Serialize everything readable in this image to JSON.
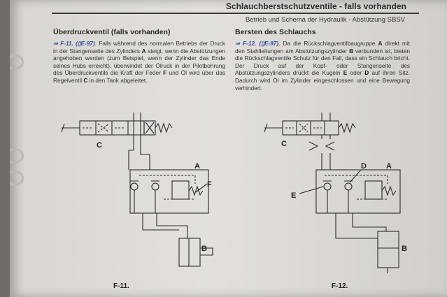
{
  "header": {
    "title": "Schlauchberstschutzventile - falls vorhanden",
    "subtitle": "Betrieb und Schema der Hydraulik - Abstützung SBSV"
  },
  "left_section": {
    "title": "Überdruckventil (falls vorhanden)",
    "ref": "⇒ F-11. (",
    "ref_doc": "E-97)",
    "text_1": ". Falls während des normalen Betriebs der Druck in der Stangenseite des Zylinders ",
    "bold_a": "A",
    "text_2": " steigt, wenn die Abstützungen angehoben werden (zum Beispiel, wenn der Zylinder das Ende seines Hubs erreicht), überwindet der Ölruck in der Pilotbohrung des Überdruckventils die Kraft der Feder ",
    "bold_f": "F",
    "text_3": " und Öl wird über das Regelventil ",
    "bold_c": "C",
    "text_4": " in den Tank abgeleitet."
  },
  "right_section": {
    "title": "Bersten des Schlauchs",
    "ref": "⇒ F-12. (",
    "ref_doc": "E-97)",
    "text_1": ". Da die Rückschlagventilbaugruppe ",
    "bold_a": "A",
    "text_2": " direkt mit den Stahlleitungen am Abstützungszylinder ",
    "bold_b": "B",
    "text_3": " verbunden ist, bieten die Rückschlagventile Schutz für den Fall, dass ein Schlauch bricht. Der Druck auf der Kopf- oder Stangenseite des Abstützungszylinders drückt die Kugeln ",
    "bold_e": "E",
    "text_4": " oder ",
    "bold_d": "D",
    "text_5": " auf ihren Sitz. Dadurch wird Öl im Zylinder eingeschlossen und eine Bewegung verhindert."
  },
  "figures": {
    "left": {
      "caption": "F-11.",
      "labels": {
        "c": "C",
        "a": "A",
        "f": "F",
        "b": "B"
      }
    },
    "right": {
      "caption": "F-12.",
      "labels": {
        "c": "C",
        "a": "A",
        "d": "D",
        "e": "E",
        "b": "B"
      }
    }
  },
  "colors": {
    "page": "#e0ddd9",
    "ink": "#2c2c2c",
    "reference_blue": "#2f4d9a",
    "background": "#6f6b66"
  }
}
